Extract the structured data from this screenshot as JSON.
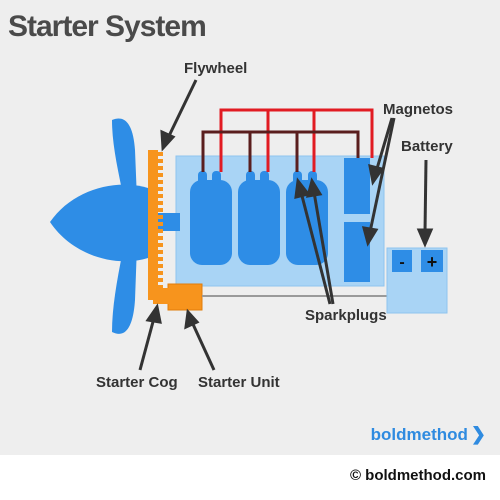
{
  "title": "Starter System",
  "labels": {
    "flywheel": "Flywheel",
    "magnetos": "Magnetos",
    "battery": "Battery",
    "sparkplugs": "Sparkplugs",
    "starter_cog": "Starter Cog",
    "starter_unit": "Starter Unit"
  },
  "battery_terminals": {
    "negative": "-",
    "positive": "+"
  },
  "brand": "boldmethod",
  "copyright": "© boldmethod.com",
  "colors": {
    "background": "#eeeeee",
    "engine_block": "#a9d4f5",
    "cylinder": "#2e8de6",
    "propeller": "#2e8de6",
    "flywheel": "#f7941d",
    "starter_unit": "#f7941d",
    "magneto_wire": "#e11b22",
    "spark_wire": "#5a1e1e",
    "brand": "#2f8be0"
  }
}
